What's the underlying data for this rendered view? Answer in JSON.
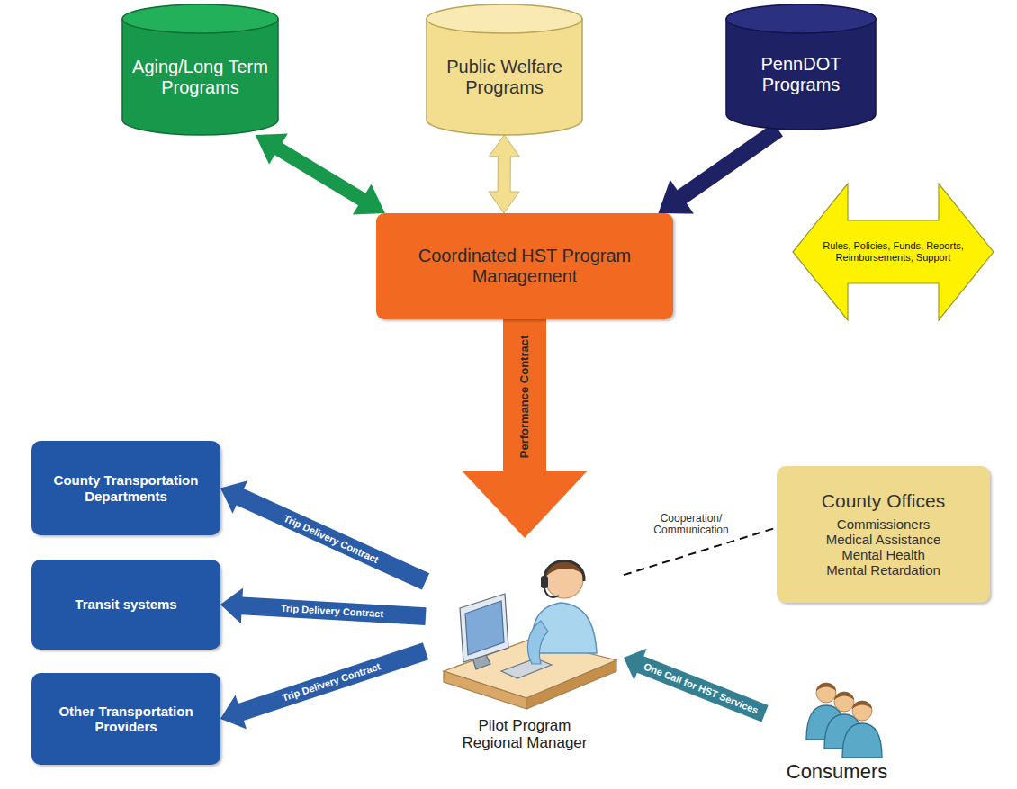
{
  "diagram": {
    "nodes": [
      {
        "text": [
          "Aging/Long Term Programs"
        ]
      },
      {
        "text": [
          "Public Welfare Programs"
        ]
      },
      {
        "text": [
          "PennDOT Programs"
        ]
      },
      {
        "text": [
          "Coordinated HST Program Management"
        ]
      },
      {
        "text": [
          "Rules, Policies, Funds, Reports, Reimbursements, Support"
        ]
      },
      {
        "text": [
          "County Transportation Departments"
        ]
      },
      {
        "text": [
          "Transit systems"
        ]
      },
      {
        "text": [
          "Other Transportation Providers"
        ]
      },
      {
        "text": [
          "County Offices",
          "Commissioners",
          "Medical Assistance",
          "Mental Health",
          "Mental Retardation"
        ]
      },
      {
        "text": [
          "Pilot Program Regional Manager"
        ]
      },
      {
        "text": [
          "Consumers"
        ]
      }
    ],
    "edges": [
      {
        "from": 0,
        "to": 3,
        "arrow": "both"
      },
      {
        "from": 1,
        "to": 3,
        "arrow": "both"
      },
      {
        "from": 2,
        "to": 3,
        "arrow": "to"
      },
      {
        "from": 3,
        "to": 9,
        "label": "Performance Contract",
        "arrow": "to"
      },
      {
        "from": 9,
        "to": 5,
        "label": "Trip Delivery Contract",
        "arrow": "to"
      },
      {
        "from": 9,
        "to": 6,
        "label": "Trip Delivery Contract",
        "arrow": "to"
      },
      {
        "from": 9,
        "to": 7,
        "label": "Trip Delivery Contract",
        "arrow": "to"
      },
      {
        "from": 9,
        "to": 8,
        "label": "Cooperation/ Communication",
        "arrow": "none"
      },
      {
        "from": 10,
        "to": 9,
        "label": "One Call for HST Services",
        "arrow": "to"
      }
    ]
  }
}
